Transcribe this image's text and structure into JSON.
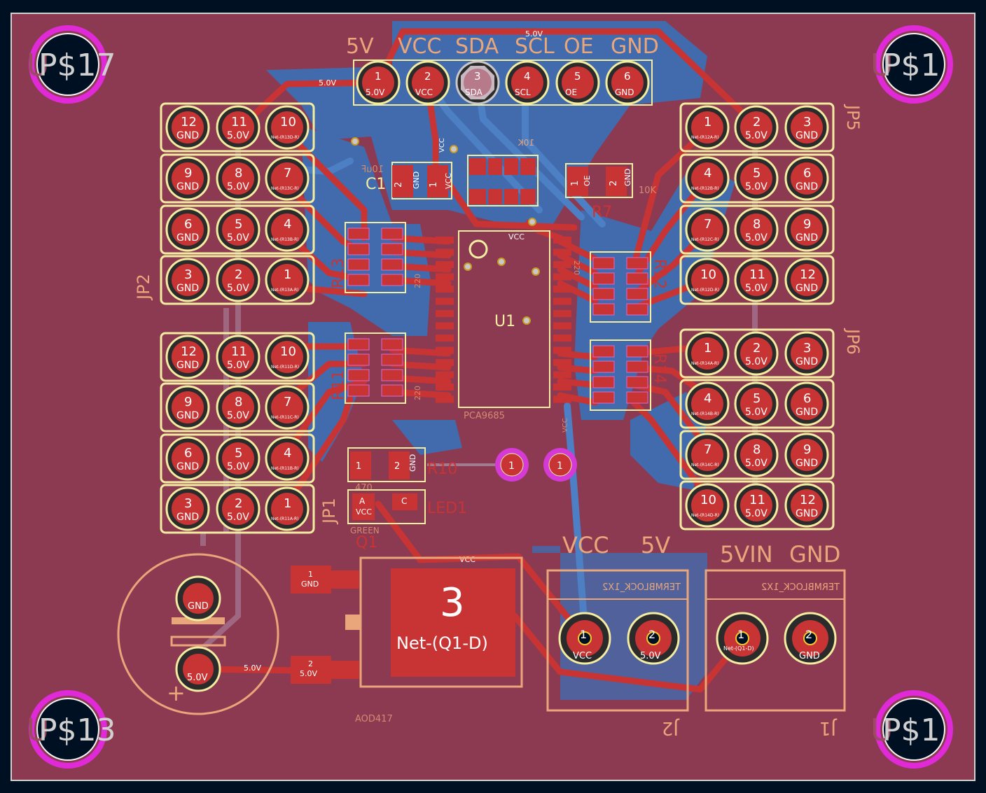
{
  "colors": {
    "background": "#001023",
    "board": "#8c3a52",
    "copper_top": "#c83434",
    "copper_bottom": "#4d7fc4",
    "pad_ring": "#f2eda1",
    "via": "#c2c2c2",
    "silk_bottom": "#e8a67a",
    "silk_top": "#f2eda1",
    "mounting_hole": "#e030e0",
    "edge": "#d0d2cd"
  },
  "mount_holes": [
    {
      "ref": "P$17",
      "ghost": "U"
    },
    {
      "ref": "P$1",
      "ghost": "U"
    },
    {
      "ref": "P$13",
      "ghost": "U"
    },
    {
      "ref": "P$1",
      "ghost": "U"
    }
  ],
  "top_header": {
    "labels": [
      "5V",
      "VCC",
      "SDA",
      "SCL",
      "OE",
      "GND"
    ],
    "pins": [
      {
        "num": "1",
        "net": "5.0V"
      },
      {
        "num": "2",
        "net": "VCC"
      },
      {
        "num": "3",
        "net": "SDA"
      },
      {
        "num": "4",
        "net": "SCL"
      },
      {
        "num": "5",
        "net": "OE"
      },
      {
        "num": "6",
        "net": "GND"
      }
    ]
  },
  "jp2": {
    "ref": "JP2",
    "rows": [
      {
        "pins": [
          {
            "num": "12",
            "net": "GND"
          },
          {
            "num": "11",
            "net": "5.0V"
          },
          {
            "num": "10",
            "net": "Net-(R13D-R)"
          }
        ]
      },
      {
        "pins": [
          {
            "num": "9",
            "net": "GND"
          },
          {
            "num": "8",
            "net": "5.0V"
          },
          {
            "num": "7",
            "net": "Net-(R13C-R)"
          }
        ]
      },
      {
        "pins": [
          {
            "num": "6",
            "net": "GND"
          },
          {
            "num": "5",
            "net": "5.0V"
          },
          {
            "num": "4",
            "net": "Net-(R13B-R)"
          }
        ]
      },
      {
        "pins": [
          {
            "num": "3",
            "net": "GND"
          },
          {
            "num": "2",
            "net": "5.0V"
          },
          {
            "num": "1",
            "net": "Net-(R13A-R)"
          }
        ]
      }
    ]
  },
  "jp1": {
    "ref": "JP1",
    "rows": [
      {
        "pins": [
          {
            "num": "12",
            "net": "GND"
          },
          {
            "num": "11",
            "net": "5.0V"
          },
          {
            "num": "10",
            "net": "Net-(R11D-R)"
          }
        ]
      },
      {
        "pins": [
          {
            "num": "9",
            "net": "GND"
          },
          {
            "num": "8",
            "net": "5.0V"
          },
          {
            "num": "7",
            "net": "Net-(R11C-R)"
          }
        ]
      },
      {
        "pins": [
          {
            "num": "6",
            "net": "GND"
          },
          {
            "num": "5",
            "net": "5.0V"
          },
          {
            "num": "4",
            "net": "Net-(R11B-R)"
          }
        ]
      },
      {
        "pins": [
          {
            "num": "3",
            "net": "GND"
          },
          {
            "num": "2",
            "net": "5.0V"
          },
          {
            "num": "1",
            "net": "Net-(R11A-R)"
          }
        ]
      }
    ]
  },
  "jp5": {
    "ref": "JP5",
    "rows": [
      {
        "pins": [
          {
            "num": "1",
            "net": "Net-(R12A-R)"
          },
          {
            "num": "2",
            "net": "5.0V"
          },
          {
            "num": "3",
            "net": "GND"
          }
        ]
      },
      {
        "pins": [
          {
            "num": "4",
            "net": "Net-(R12B-R)"
          },
          {
            "num": "5",
            "net": "5.0V"
          },
          {
            "num": "6",
            "net": "GND"
          }
        ]
      },
      {
        "pins": [
          {
            "num": "7",
            "net": "Net-(R12C-R)"
          },
          {
            "num": "8",
            "net": "5.0V"
          },
          {
            "num": "9",
            "net": "GND"
          }
        ]
      },
      {
        "pins": [
          {
            "num": "10",
            "net": "Net-(R12D-R)"
          },
          {
            "num": "11",
            "net": "5.0V"
          },
          {
            "num": "12",
            "net": "GND"
          }
        ]
      }
    ]
  },
  "jp6": {
    "ref": "JP6",
    "rows": [
      {
        "pins": [
          {
            "num": "1",
            "net": "Net-(R14A-R)"
          },
          {
            "num": "2",
            "net": "5.0V"
          },
          {
            "num": "3",
            "net": "GND"
          }
        ]
      },
      {
        "pins": [
          {
            "num": "4",
            "net": "Net-(R14B-R)"
          },
          {
            "num": "5",
            "net": "5.0V"
          },
          {
            "num": "6",
            "net": "GND"
          }
        ]
      },
      {
        "pins": [
          {
            "num": "7",
            "net": "Net-(R14C-R)"
          },
          {
            "num": "8",
            "net": "5.0V"
          },
          {
            "num": "9",
            "net": "GND"
          }
        ]
      },
      {
        "pins": [
          {
            "num": "10",
            "net": "Net-(R14D-R)"
          },
          {
            "num": "11",
            "net": "5.0V"
          },
          {
            "num": "12",
            "net": "GND"
          }
        ]
      }
    ]
  },
  "components": {
    "c1": {
      "ref": "C1",
      "value": "10uF",
      "pad1": "1",
      "pad1_net": "VCC",
      "pad2": "2",
      "pad2_net": "GND"
    },
    "r_pullup": {
      "value": "10K",
      "net": "VCC"
    },
    "r7": {
      "ref": "R7",
      "value": "10K",
      "pad1": "1",
      "pad1_net": "OE",
      "pad2": "2",
      "pad2_net": "GND"
    },
    "r13": {
      "ref": "R13",
      "value": "220"
    },
    "r11": {
      "ref": "R11",
      "value": "220"
    },
    "r12": {
      "ref": "R12",
      "value": "220"
    },
    "r14": {
      "ref": "R14"
    },
    "u1": {
      "ref": "U1",
      "value": "PCA9685",
      "vcc_label": "VCC"
    },
    "r10": {
      "ref": "R10",
      "value": "470",
      "pad1": "1",
      "pad2": "2",
      "pad2_net": "GND"
    },
    "led1": {
      "ref": "LED1",
      "value": "GREEN",
      "anode": "A",
      "anode_net": "VCC",
      "cathode": "C"
    },
    "q1": {
      "ref": "Q1",
      "value": "AOD417",
      "gate": "1",
      "gate_net": "GND",
      "source": "2",
      "source_net": "5.0V",
      "drain": "3",
      "drain_net": "Net-(Q1-D)"
    },
    "cap_bulk": {
      "pad1_net": "GND",
      "pad2_net": "5.0V",
      "plus": "+"
    },
    "test_points": [
      "1",
      "1"
    ]
  },
  "terminals": {
    "j2": {
      "ref": "J2",
      "footprint": "TERMBLOCK_1X2",
      "label_left": "VCC",
      "label_right": "5V",
      "pins": [
        {
          "num": "1",
          "net": "VCC"
        },
        {
          "num": "2",
          "net": "5.0V"
        }
      ]
    },
    "j1": {
      "ref": "J1",
      "footprint": "TERMBLOCK_1X2",
      "label_left": "5VIN",
      "label_right": "GND",
      "pins": [
        {
          "num": "1",
          "net": "Net-(Q1-D)"
        },
        {
          "num": "2",
          "net": "GND"
        }
      ]
    }
  },
  "track_labels": {
    "five_v": "5.0V",
    "vcc": "VCC"
  }
}
